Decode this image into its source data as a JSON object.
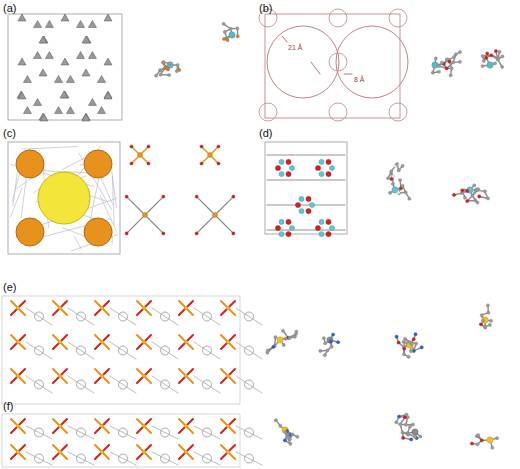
{
  "diagram": {
    "labels": [
      "(a)",
      "(b)",
      "(c)",
      "(d)",
      "(e)",
      "(f)",
      "21 Å",
      "8 Å"
    ]
  }
}
